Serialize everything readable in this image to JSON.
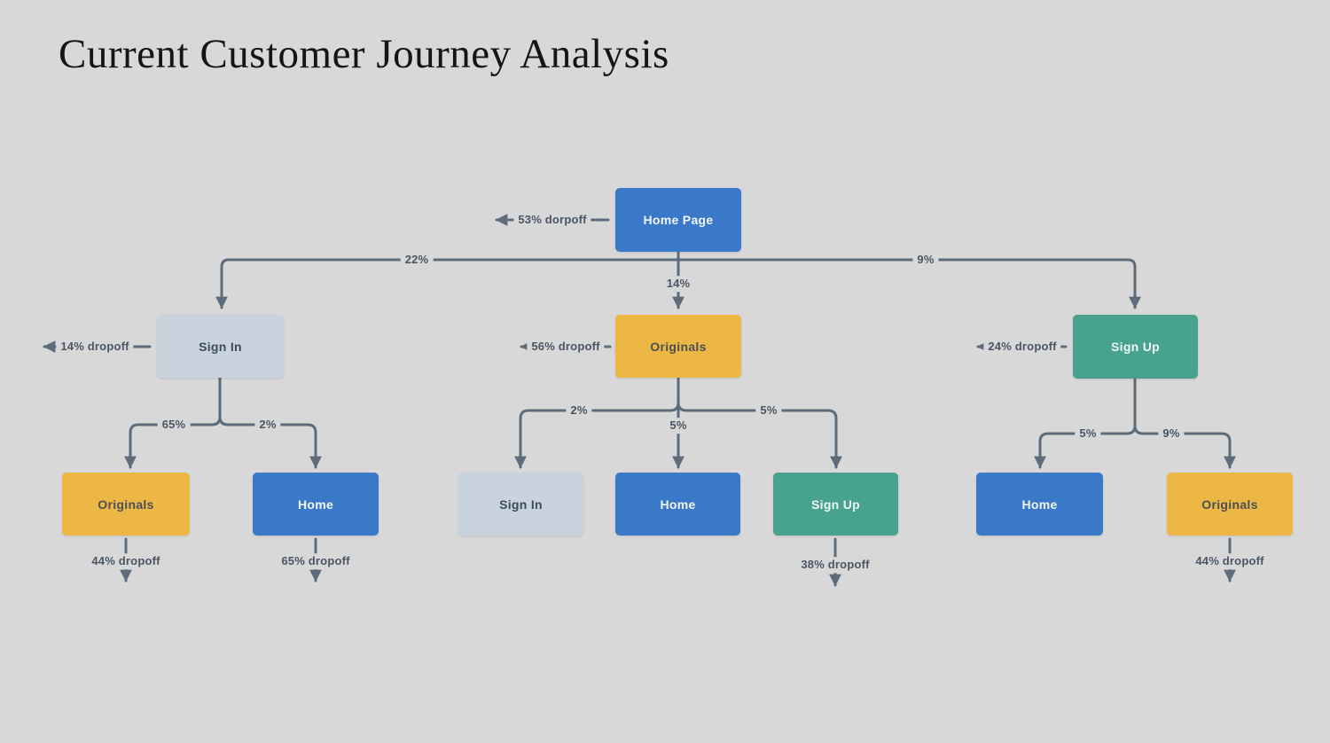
{
  "title": "Current Customer Journey Analysis",
  "colors": {
    "background": "#D8D8D8",
    "node_blue": "#3A79C7",
    "node_yellow": "#EDB746",
    "node_teal": "#47A28E",
    "node_light": "#C8D3DE",
    "connector_line": "#5D6B7B",
    "label_text": "#4A5663"
  },
  "flow": {
    "root": {
      "label": "Home Page",
      "dropoff": "53% dorpoff"
    },
    "level2": {
      "sign_in": {
        "label": "Sign In",
        "dropoff": "14% dropoff",
        "from_root_pct": "22%"
      },
      "originals": {
        "label": "Originals",
        "dropoff": "56% dropoff",
        "from_root_pct": "14%"
      },
      "sign_up": {
        "label": "Sign Up",
        "dropoff": "24% dropoff",
        "from_root_pct": "9%"
      }
    },
    "level3": {
      "sign_in_children": {
        "originals": {
          "label": "Originals",
          "pct": "65%",
          "dropoff": "44% dropoff"
        },
        "home": {
          "label": "Home",
          "pct": "2%",
          "dropoff": "65% dropoff"
        }
      },
      "originals_children": {
        "sign_in": {
          "label": "Sign In",
          "pct": "2%"
        },
        "home": {
          "label": "Home",
          "pct": "5%"
        },
        "sign_up": {
          "label": "Sign Up",
          "pct": "5%",
          "dropoff": "38% dropoff"
        }
      },
      "sign_up_children": {
        "home": {
          "label": "Home",
          "pct": "5%"
        },
        "originals": {
          "label": "Originals",
          "pct": "9%",
          "dropoff": "44% dropoff"
        }
      }
    }
  }
}
